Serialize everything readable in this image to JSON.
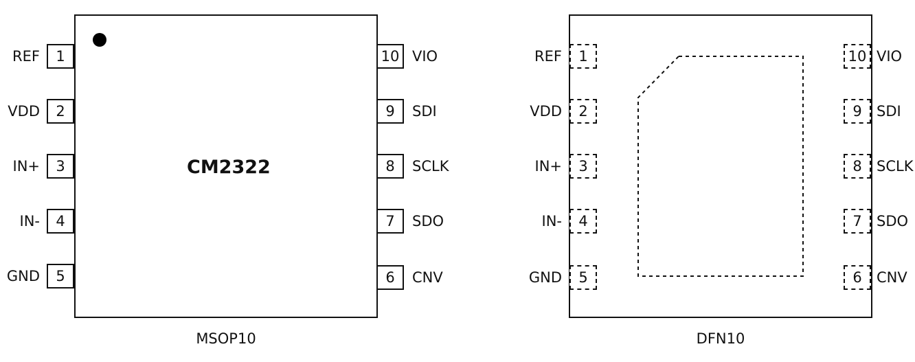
{
  "msop": {
    "chip_name": "CM2322",
    "caption": "MSOP10",
    "left_pins": [
      {
        "num": "1",
        "label": "REF"
      },
      {
        "num": "2",
        "label": "VDD"
      },
      {
        "num": "3",
        "label": "IN+"
      },
      {
        "num": "4",
        "label": "IN-"
      },
      {
        "num": "5",
        "label": "GND"
      }
    ],
    "right_pins": [
      {
        "num": "10",
        "label": "VIO"
      },
      {
        "num": "9",
        "label": "SDI"
      },
      {
        "num": "8",
        "label": "SCLK"
      },
      {
        "num": "7",
        "label": "SDO"
      },
      {
        "num": "6",
        "label": "CNV"
      }
    ]
  },
  "dfn": {
    "caption": "DFN10",
    "left_pins": [
      {
        "num": "1",
        "label": "REF"
      },
      {
        "num": "2",
        "label": "VDD"
      },
      {
        "num": "3",
        "label": "IN+"
      },
      {
        "num": "4",
        "label": "IN-"
      },
      {
        "num": "5",
        "label": "GND"
      }
    ],
    "right_pins": [
      {
        "num": "10",
        "label": "VIO"
      },
      {
        "num": "9",
        "label": "SDI"
      },
      {
        "num": "8",
        "label": "SCLK"
      },
      {
        "num": "7",
        "label": "SDO"
      },
      {
        "num": "6",
        "label": "CNV"
      }
    ]
  }
}
